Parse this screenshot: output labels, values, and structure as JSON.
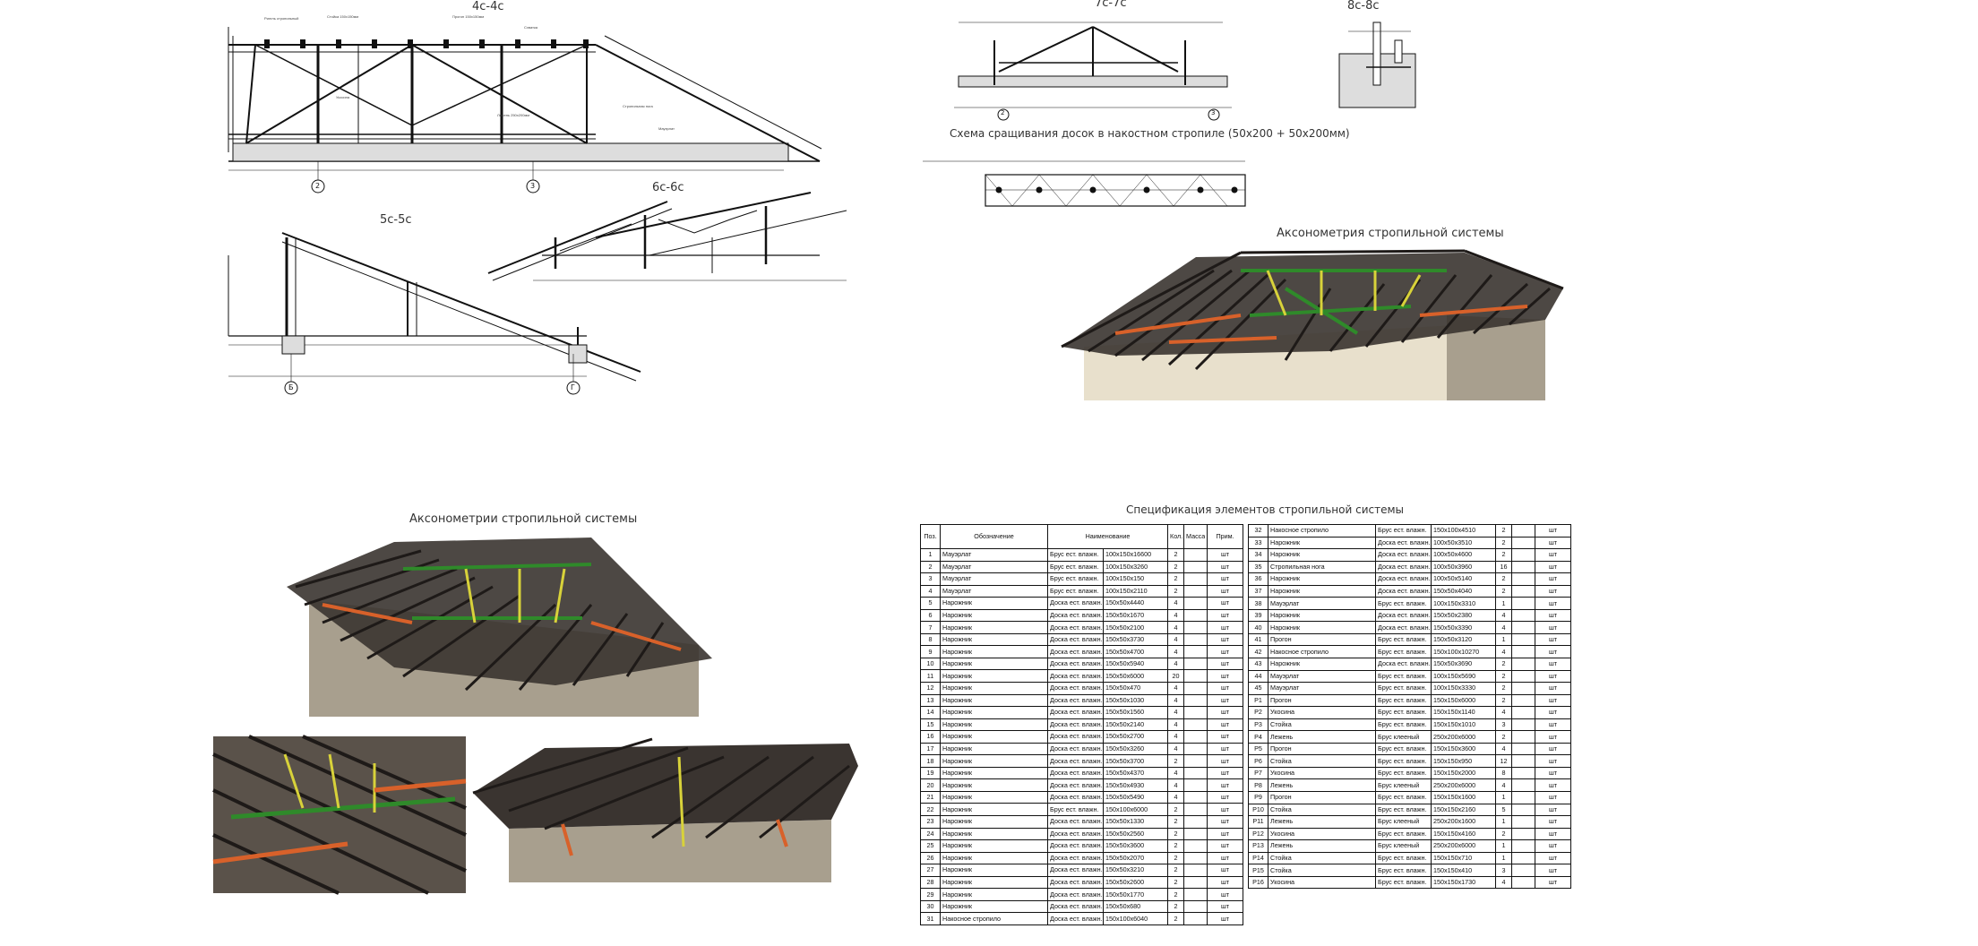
{
  "drawings": {
    "section_4c": {
      "title": "4с-4с",
      "axes": [
        "2",
        "3"
      ]
    },
    "section_7c": {
      "title": "7с-7с",
      "axes": [
        "2",
        "3"
      ]
    },
    "section_8c": {
      "title": "8с-8с"
    },
    "section_5c": {
      "title": "5с-5с",
      "axes": [
        "Б",
        "Г"
      ]
    },
    "section_6c": {
      "title": "6с-6с"
    },
    "splice_scheme": {
      "title": "Схема сращивания досок в накостном стропиле (50х200 + 50х200мм)"
    },
    "axonometry_top": {
      "title": "Аксонометрия стропильной системы"
    },
    "axonometry_left": {
      "title": "Аксонометрии стропильной системы"
    }
  },
  "spec": {
    "title": "Спецификация элементов стропильной системы",
    "headers": [
      "Поз.",
      "Обозначение",
      "Наименование",
      "Кол.",
      "Масса",
      "Прим."
    ],
    "left_rows": [
      [
        "1",
        "Мауэрлат",
        "Брус ест. влажн.",
        "100х150х16600",
        "2",
        "",
        "шт"
      ],
      [
        "2",
        "Мауэрлат",
        "Брус ест. влажн.",
        "100х150х3260",
        "2",
        "",
        "шт"
      ],
      [
        "3",
        "Мауэрлат",
        "Брус ест. влажн.",
        "100х150х150",
        "2",
        "",
        "шт"
      ],
      [
        "4",
        "Мауэрлат",
        "Брус ест. влажн.",
        "100х150х2110",
        "2",
        "",
        "шт"
      ],
      [
        "5",
        "Нарожник",
        "Доска ест. влажн.",
        "150х50х4440",
        "4",
        "",
        "шт"
      ],
      [
        "6",
        "Нарожник",
        "Доска ест. влажн.",
        "150х50х1670",
        "4",
        "",
        "шт"
      ],
      [
        "7",
        "Нарожник",
        "Доска ест. влажн.",
        "150х50х2100",
        "4",
        "",
        "шт"
      ],
      [
        "8",
        "Нарожник",
        "Доска ест. влажн.",
        "150х50х3730",
        "4",
        "",
        "шт"
      ],
      [
        "9",
        "Нарожник",
        "Доска ест. влажн.",
        "150х50х4700",
        "4",
        "",
        "шт"
      ],
      [
        "10",
        "Нарожник",
        "Доска ест. влажн.",
        "150х50х5940",
        "4",
        "",
        "шт"
      ],
      [
        "11",
        "Нарожник",
        "Доска ест. влажн.",
        "150х50х6000",
        "20",
        "",
        "шт"
      ],
      [
        "12",
        "Нарожник",
        "Доска ест. влажн.",
        "150х50х470",
        "4",
        "",
        "шт"
      ],
      [
        "13",
        "Нарожник",
        "Доска ест. влажн.",
        "150х50х1030",
        "4",
        "",
        "шт"
      ],
      [
        "14",
        "Нарожник",
        "Доска ест. влажн.",
        "150х50х1560",
        "4",
        "",
        "шт"
      ],
      [
        "15",
        "Нарожник",
        "Доска ест. влажн.",
        "150х50х2140",
        "4",
        "",
        "шт"
      ],
      [
        "16",
        "Нарожник",
        "Доска ест. влажн.",
        "150х50х2700",
        "4",
        "",
        "шт"
      ],
      [
        "17",
        "Нарожник",
        "Доска ест. влажн.",
        "150х50х3260",
        "4",
        "",
        "шт"
      ],
      [
        "18",
        "Нарожник",
        "Доска ест. влажн.",
        "150х50х3700",
        "2",
        "",
        "шт"
      ],
      [
        "19",
        "Нарожник",
        "Доска ест. влажн.",
        "150х50х4370",
        "4",
        "",
        "шт"
      ],
      [
        "20",
        "Нарожник",
        "Доска ест. влажн.",
        "150х50х4930",
        "4",
        "",
        "шт"
      ],
      [
        "21",
        "Нарожник",
        "Доска ест. влажн.",
        "150х50х5490",
        "4",
        "",
        "шт"
      ],
      [
        "22",
        "Нарожник",
        "Брус ест. влажн.",
        "150х100х6000",
        "2",
        "",
        "шт"
      ],
      [
        "23",
        "Нарожник",
        "Доска ест. влажн.",
        "150х50х1330",
        "2",
        "",
        "шт"
      ],
      [
        "24",
        "Нарожник",
        "Доска ест. влажн.",
        "150х50х2560",
        "2",
        "",
        "шт"
      ],
      [
        "25",
        "Нарожник",
        "Доска ест. влажн.",
        "150х50х3600",
        "2",
        "",
        "шт"
      ],
      [
        "26",
        "Нарожник",
        "Доска ест. влажн.",
        "150х50х2070",
        "2",
        "",
        "шт"
      ],
      [
        "27",
        "Нарожник",
        "Доска ест. влажн.",
        "150х50х3210",
        "2",
        "",
        "шт"
      ],
      [
        "28",
        "Нарожник",
        "Доска ест. влажн.",
        "150х50х2600",
        "2",
        "",
        "шт"
      ],
      [
        "29",
        "Нарожник",
        "Доска ест. влажн.",
        "150х50х1770",
        "2",
        "",
        "шт"
      ],
      [
        "30",
        "Нарожник",
        "Доска ест. влажн.",
        "150х50х680",
        "2",
        "",
        "шт"
      ],
      [
        "31",
        "Накосное стропило",
        "Доска ест. влажн.",
        "150х100х6040",
        "2",
        "",
        "шт"
      ]
    ],
    "right_rows": [
      [
        "32",
        "Накосное стропило",
        "Брус ест. влажн.",
        "150х100х4510",
        "2",
        "",
        "шт"
      ],
      [
        "33",
        "Нарожник",
        "Доска ест. влажн.",
        "100х50х3510",
        "2",
        "",
        "шт"
      ],
      [
        "34",
        "Нарожник",
        "Доска ест. влажн.",
        "100х50х4600",
        "2",
        "",
        "шт"
      ],
      [
        "35",
        "Стропильная нога",
        "Доска ест. влажн.",
        "100х50х3960",
        "16",
        "",
        "шт"
      ],
      [
        "36",
        "Нарожник",
        "Доска ест. влажн.",
        "100х50х5140",
        "2",
        "",
        "шт"
      ],
      [
        "37",
        "Нарожник",
        "Доска ест. влажн.",
        "150х50х4040",
        "2",
        "",
        "шт"
      ],
      [
        "38",
        "Мауэрлат",
        "Брус ест. влажн.",
        "100х150х3310",
        "1",
        "",
        "шт"
      ],
      [
        "39",
        "Нарожник",
        "Доска ест. влажн.",
        "150х50х2380",
        "4",
        "",
        "шт"
      ],
      [
        "40",
        "Нарожник",
        "Доска ест. влажн.",
        "150х50х3390",
        "4",
        "",
        "шт"
      ],
      [
        "41",
        "Прогон",
        "Брус ест. влажн.",
        "150х50х3120",
        "1",
        "",
        "шт"
      ],
      [
        "42",
        "Накосное стропило",
        "Брус ест. влажн.",
        "150х100х10270",
        "4",
        "",
        "шт"
      ],
      [
        "43",
        "Нарожник",
        "Доска ест. влажн.",
        "150х50х3690",
        "2",
        "",
        "шт"
      ],
      [
        "44",
        "Мауэрлат",
        "Брус ест. влажн.",
        "100х150х5690",
        "2",
        "",
        "шт"
      ],
      [
        "45",
        "Мауэрлат",
        "Брус ест. влажн.",
        "100х150х3330",
        "2",
        "",
        "шт"
      ],
      [
        "Р1",
        "Прогон",
        "Брус ест. влажн.",
        "150х150х6000",
        "2",
        "",
        "шт"
      ],
      [
        "Р2",
        "Укосина",
        "Брус ест. влажн.",
        "150х150х1140",
        "4",
        "",
        "шт"
      ],
      [
        "Р3",
        "Стойка",
        "Брус ест. влажн.",
        "150х150х1010",
        "3",
        "",
        "шт"
      ],
      [
        "Р4",
        "Лежень",
        "Брус клееный",
        "250х200х6000",
        "2",
        "",
        "шт"
      ],
      [
        "Р5",
        "Прогон",
        "Брус ест. влажн.",
        "150х150х3600",
        "4",
        "",
        "шт"
      ],
      [
        "Р6",
        "Стойка",
        "Брус ест. влажн.",
        "150х150х950",
        "12",
        "",
        "шт"
      ],
      [
        "Р7",
        "Укосина",
        "Брус ест. влажн.",
        "150х150х2000",
        "8",
        "",
        "шт"
      ],
      [
        "Р8",
        "Лежень",
        "Брус клееный",
        "250х200х6000",
        "4",
        "",
        "шт"
      ],
      [
        "Р9",
        "Прогон",
        "Брус ест. влажн.",
        "150х150х1600",
        "1",
        "",
        "шт"
      ],
      [
        "Р10",
        "Стойка",
        "Брус ест. влажн.",
        "150х150х2160",
        "5",
        "",
        "шт"
      ],
      [
        "Р11",
        "Лежень",
        "Брус клееный",
        "250х200х1600",
        "1",
        "",
        "шт"
      ],
      [
        "Р12",
        "Укосина",
        "Брус ест. влажн.",
        "150х150х4160",
        "2",
        "",
        "шт"
      ],
      [
        "Р13",
        "Лежень",
        "Брус клееный",
        "250х200х6000",
        "1",
        "",
        "шт"
      ],
      [
        "Р14",
        "Стойка",
        "Брус ест. влажн.",
        "150х150х710",
        "1",
        "",
        "шт"
      ],
      [
        "Р15",
        "Стойка",
        "Брус ест. влажн.",
        "150х150х410",
        "3",
        "",
        "шт"
      ],
      [
        "Р16",
        "Укосина",
        "Брус ест. влажн.",
        "150х150х1730",
        "4",
        "",
        "шт"
      ]
    ]
  },
  "colors": {
    "ink": "#111111",
    "timber_dark": "#2e2a26",
    "wall": "#e8e0cc",
    "wall_shade": "#a89f8e",
    "green": "#2f8a2a",
    "yellow": "#d8d23a",
    "orange": "#d8612a"
  }
}
